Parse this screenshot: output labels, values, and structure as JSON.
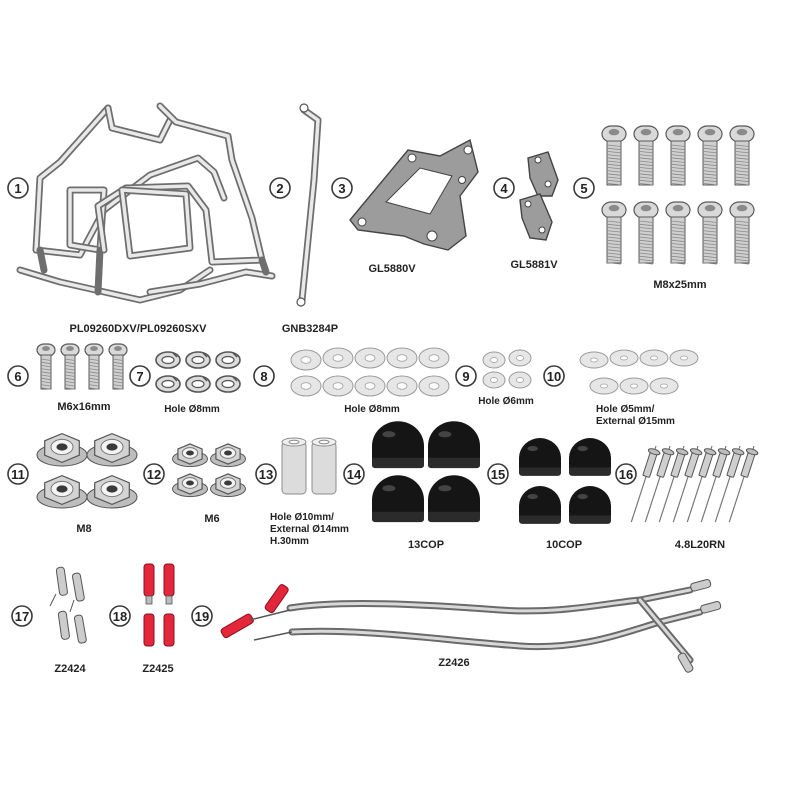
{
  "parts": [
    {
      "num": "1",
      "label": "PL09260DXV/PL09260SXV",
      "icon": "side-frame-icon"
    },
    {
      "num": "2",
      "label": "GNB3284P",
      "icon": "support-bar-icon"
    },
    {
      "num": "3",
      "label": "GL5880V",
      "icon": "bracket-plate-icon"
    },
    {
      "num": "4",
      "label": "GL5881V",
      "icon": "small-plate-icon"
    },
    {
      "num": "5",
      "label": "M8x25mm",
      "icon": "bolt-icon"
    },
    {
      "num": "6",
      "label": "M6x16mm",
      "icon": "bolt-icon"
    },
    {
      "num": "7",
      "label": "",
      "icon": "spring-washer-icon"
    },
    {
      "num": "8",
      "label": "Hole Ø8mm",
      "icon": "spring-washer-icon"
    },
    {
      "num": "",
      "label": "Hole Ø8mm",
      "icon": "washer-icon"
    },
    {
      "num": "9",
      "label": "Hole Ø6mm",
      "icon": "washer-icon"
    },
    {
      "num": "10",
      "label_line1": "Hole Ø5mm/",
      "label_line2": "External Ø15mm",
      "icon": "washer-icon"
    },
    {
      "num": "11",
      "label": "M8",
      "icon": "flange-nut-icon"
    },
    {
      "num": "12",
      "label": "M6",
      "icon": "flange-nut-icon"
    },
    {
      "num": "13",
      "label_line1": "Hole Ø10mm/",
      "label_line2": "External Ø14mm",
      "label_line3": "H.30mm",
      "icon": "spacer-icon"
    },
    {
      "num": "14",
      "label": "13COP",
      "icon": "cap-icon"
    },
    {
      "num": "15",
      "label": "10COP",
      "icon": "cap-icon"
    },
    {
      "num": "16",
      "label": "4.8L20RN",
      "icon": "rivet-icon"
    },
    {
      "num": "17",
      "label": "Z2424",
      "icon": "connector-icon"
    },
    {
      "num": "18",
      "label": "Z2425",
      "icon": "red-connector-icon"
    },
    {
      "num": "19",
      "label": "Z2426",
      "icon": "cable-icon"
    }
  ],
  "colors": {
    "metal": "#6e6e6e",
    "cap": "#151515",
    "red_connector": "#e3263a"
  }
}
